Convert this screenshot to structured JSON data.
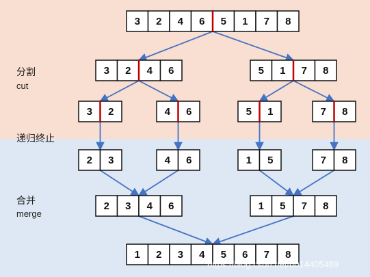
{
  "colors": {
    "top_background": "#f9dfd1",
    "bottom_background": "#dde8f4",
    "arrow": "#4472c4",
    "split_marker": "#c00000",
    "box_border": "#111111",
    "box_fill": "#ffffff"
  },
  "stage_labels": {
    "cut_zh": "分割",
    "cut_en": "cut",
    "stop_zh": "递归终止",
    "merge_zh": "合并",
    "merge_en": "merge"
  },
  "arrays": [
    {
      "id": "root",
      "values": [
        "3",
        "2",
        "4",
        "6",
        "5",
        "1",
        "7",
        "8"
      ],
      "split_after": 4
    },
    {
      "id": "l1a",
      "values": [
        "3",
        "2",
        "4",
        "6"
      ],
      "split_after": 2
    },
    {
      "id": "l1b",
      "values": [
        "5",
        "1",
        "7",
        "8"
      ],
      "split_after": 2
    },
    {
      "id": "l2a",
      "values": [
        "3",
        "2"
      ],
      "split_after": 1
    },
    {
      "id": "l2b",
      "values": [
        "4",
        "6"
      ],
      "split_after": 1
    },
    {
      "id": "l2c",
      "values": [
        "5",
        "1"
      ],
      "split_after": 1
    },
    {
      "id": "l2d",
      "values": [
        "7",
        "8"
      ],
      "split_after": 1
    },
    {
      "id": "s1",
      "values": [
        "2",
        "3"
      ]
    },
    {
      "id": "s2",
      "values": [
        "4",
        "6"
      ]
    },
    {
      "id": "s3",
      "values": [
        "1",
        "5"
      ]
    },
    {
      "id": "s4",
      "values": [
        "7",
        "8"
      ]
    },
    {
      "id": "m1",
      "values": [
        "2",
        "3",
        "4",
        "6"
      ]
    },
    {
      "id": "m2",
      "values": [
        "1",
        "5",
        "7",
        "8"
      ]
    },
    {
      "id": "final",
      "values": [
        "1",
        "2",
        "3",
        "4",
        "5",
        "6",
        "7",
        "8"
      ]
    }
  ],
  "watermark": "https://blog.csdn.net/u014405489"
}
